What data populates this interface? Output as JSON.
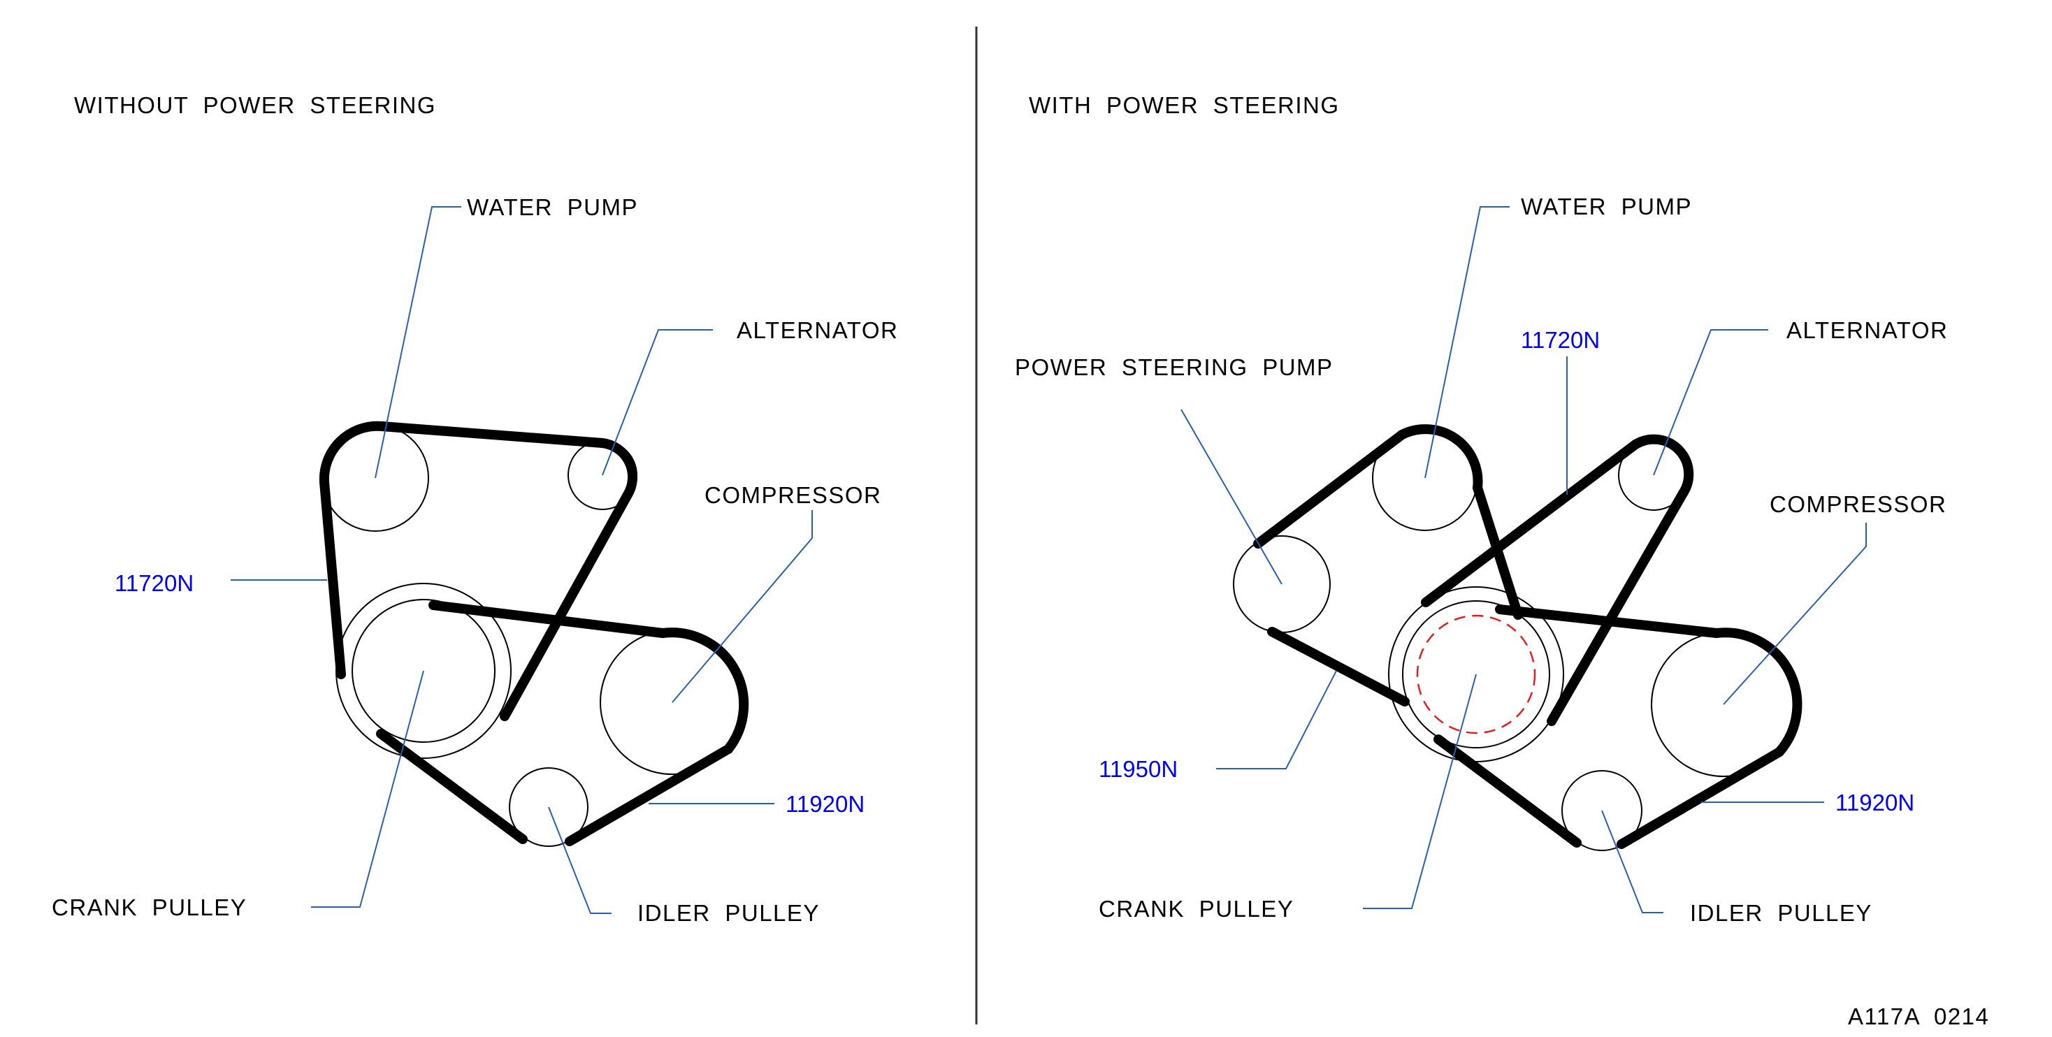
{
  "left": {
    "heading": "WITHOUT POWER STEERING",
    "labels": {
      "water_pump": "WATER PUMP",
      "alternator": "ALTERNATOR",
      "compressor": "COMPRESSOR",
      "crank_pulley": "CRANK PULLEY",
      "idler_pulley": "IDLER PULLEY"
    },
    "belt_codes": {
      "alternator_belt": "11720N",
      "compressor_belt": "11920N"
    }
  },
  "right": {
    "heading": "WITH POWER STEERING",
    "labels": {
      "water_pump": "WATER PUMP",
      "alternator": "ALTERNATOR",
      "power_steering_pump": "POWER STEERING PUMP",
      "compressor": "COMPRESSOR",
      "crank_pulley": "CRANK PULLEY",
      "idler_pulley": "IDLER PULLEY"
    },
    "belt_codes": {
      "alternator_belt": "11720N",
      "power_steering_belt": "11950N",
      "compressor_belt": "11920N"
    }
  },
  "figure_code": "A117A 0214",
  "colors": {
    "belt": "#000000",
    "leader_line": "#2a5fb0",
    "belt_code_text": "#0000ee",
    "damper_dashed": "#e02020"
  }
}
